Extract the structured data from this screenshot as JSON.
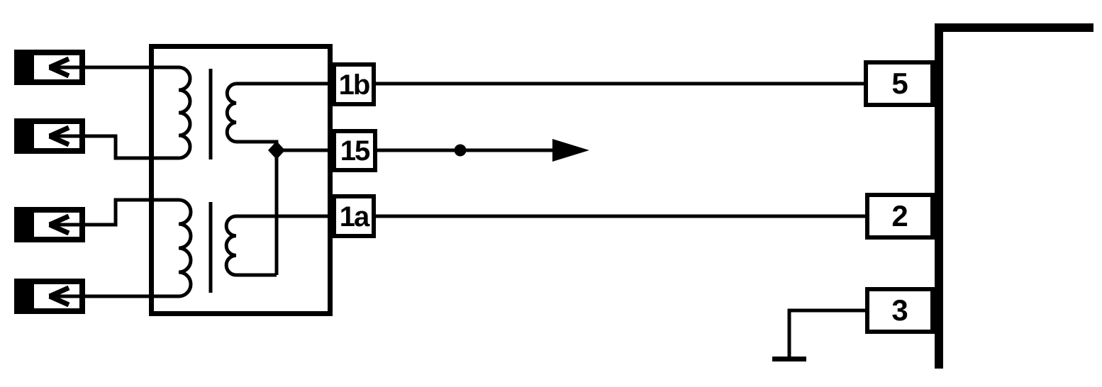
{
  "diagram": {
    "type": "wiring-schematic",
    "subject": "ignition coil unit with two transformers, four high-voltage outputs, wired to a connector rail",
    "colors": {
      "line": "#000000",
      "background": "#ffffff"
    },
    "coil_terminals": [
      {
        "id": "1b"
      },
      {
        "id": "15"
      },
      {
        "id": "1a"
      }
    ],
    "harness_terminals": [
      {
        "id": "5"
      },
      {
        "id": "2"
      },
      {
        "id": "3"
      }
    ],
    "symbols": {
      "hv_output_count": 4,
      "junction_diamond": "solid-diamond-junction",
      "junction_dot": "solid-dot-junction",
      "continuation": "right-arrowhead",
      "ground": "single-stroke-ground"
    }
  }
}
